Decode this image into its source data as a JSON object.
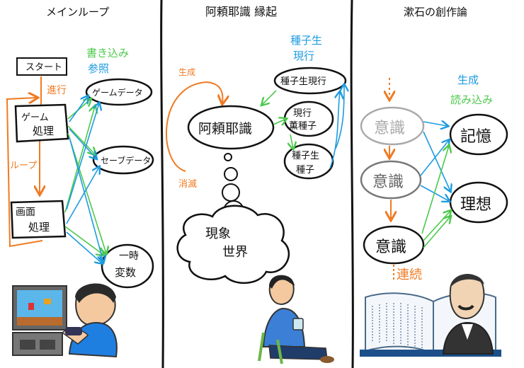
{
  "panels": {
    "left": {
      "title": "メインループ",
      "legend_write": "書き込み",
      "legend_read": "参照",
      "progress": "進行",
      "loop": "ループ",
      "start": "スタート",
      "game_process_1": "ゲーム",
      "game_process_2": "処理",
      "render_1": "画面",
      "render_2": "処理",
      "game_data": "ゲームデータ",
      "save_data": "セーブデータ",
      "temp_1": "一時",
      "temp_2": "変数"
    },
    "middle": {
      "title": "阿頼耶識 縁起",
      "seed_label_1": "種子生",
      "seed_label_2": "現行",
      "arising": "生成",
      "ceasing": "消滅",
      "alaya": "阿頼耶識",
      "seed_to_act": "種子生現行",
      "act_perfume_1": "現行",
      "act_perfume_2": "薫種子",
      "seed_seed_1": "種子生",
      "seed_seed_2": "種子",
      "world_1": "現象",
      "world_2": "世界"
    },
    "right": {
      "title": "漱石の創作論",
      "generate": "生成",
      "read_write": "読み込み",
      "consciousness": "意識",
      "memory": "記憶",
      "ideal": "理想",
      "continuity": "連続"
    }
  },
  "colors": {
    "blue": "#1e9be0",
    "green": "#4cc94c",
    "orange": "#f07a22",
    "ink": "#111111",
    "gray": "#9a9a9a"
  }
}
